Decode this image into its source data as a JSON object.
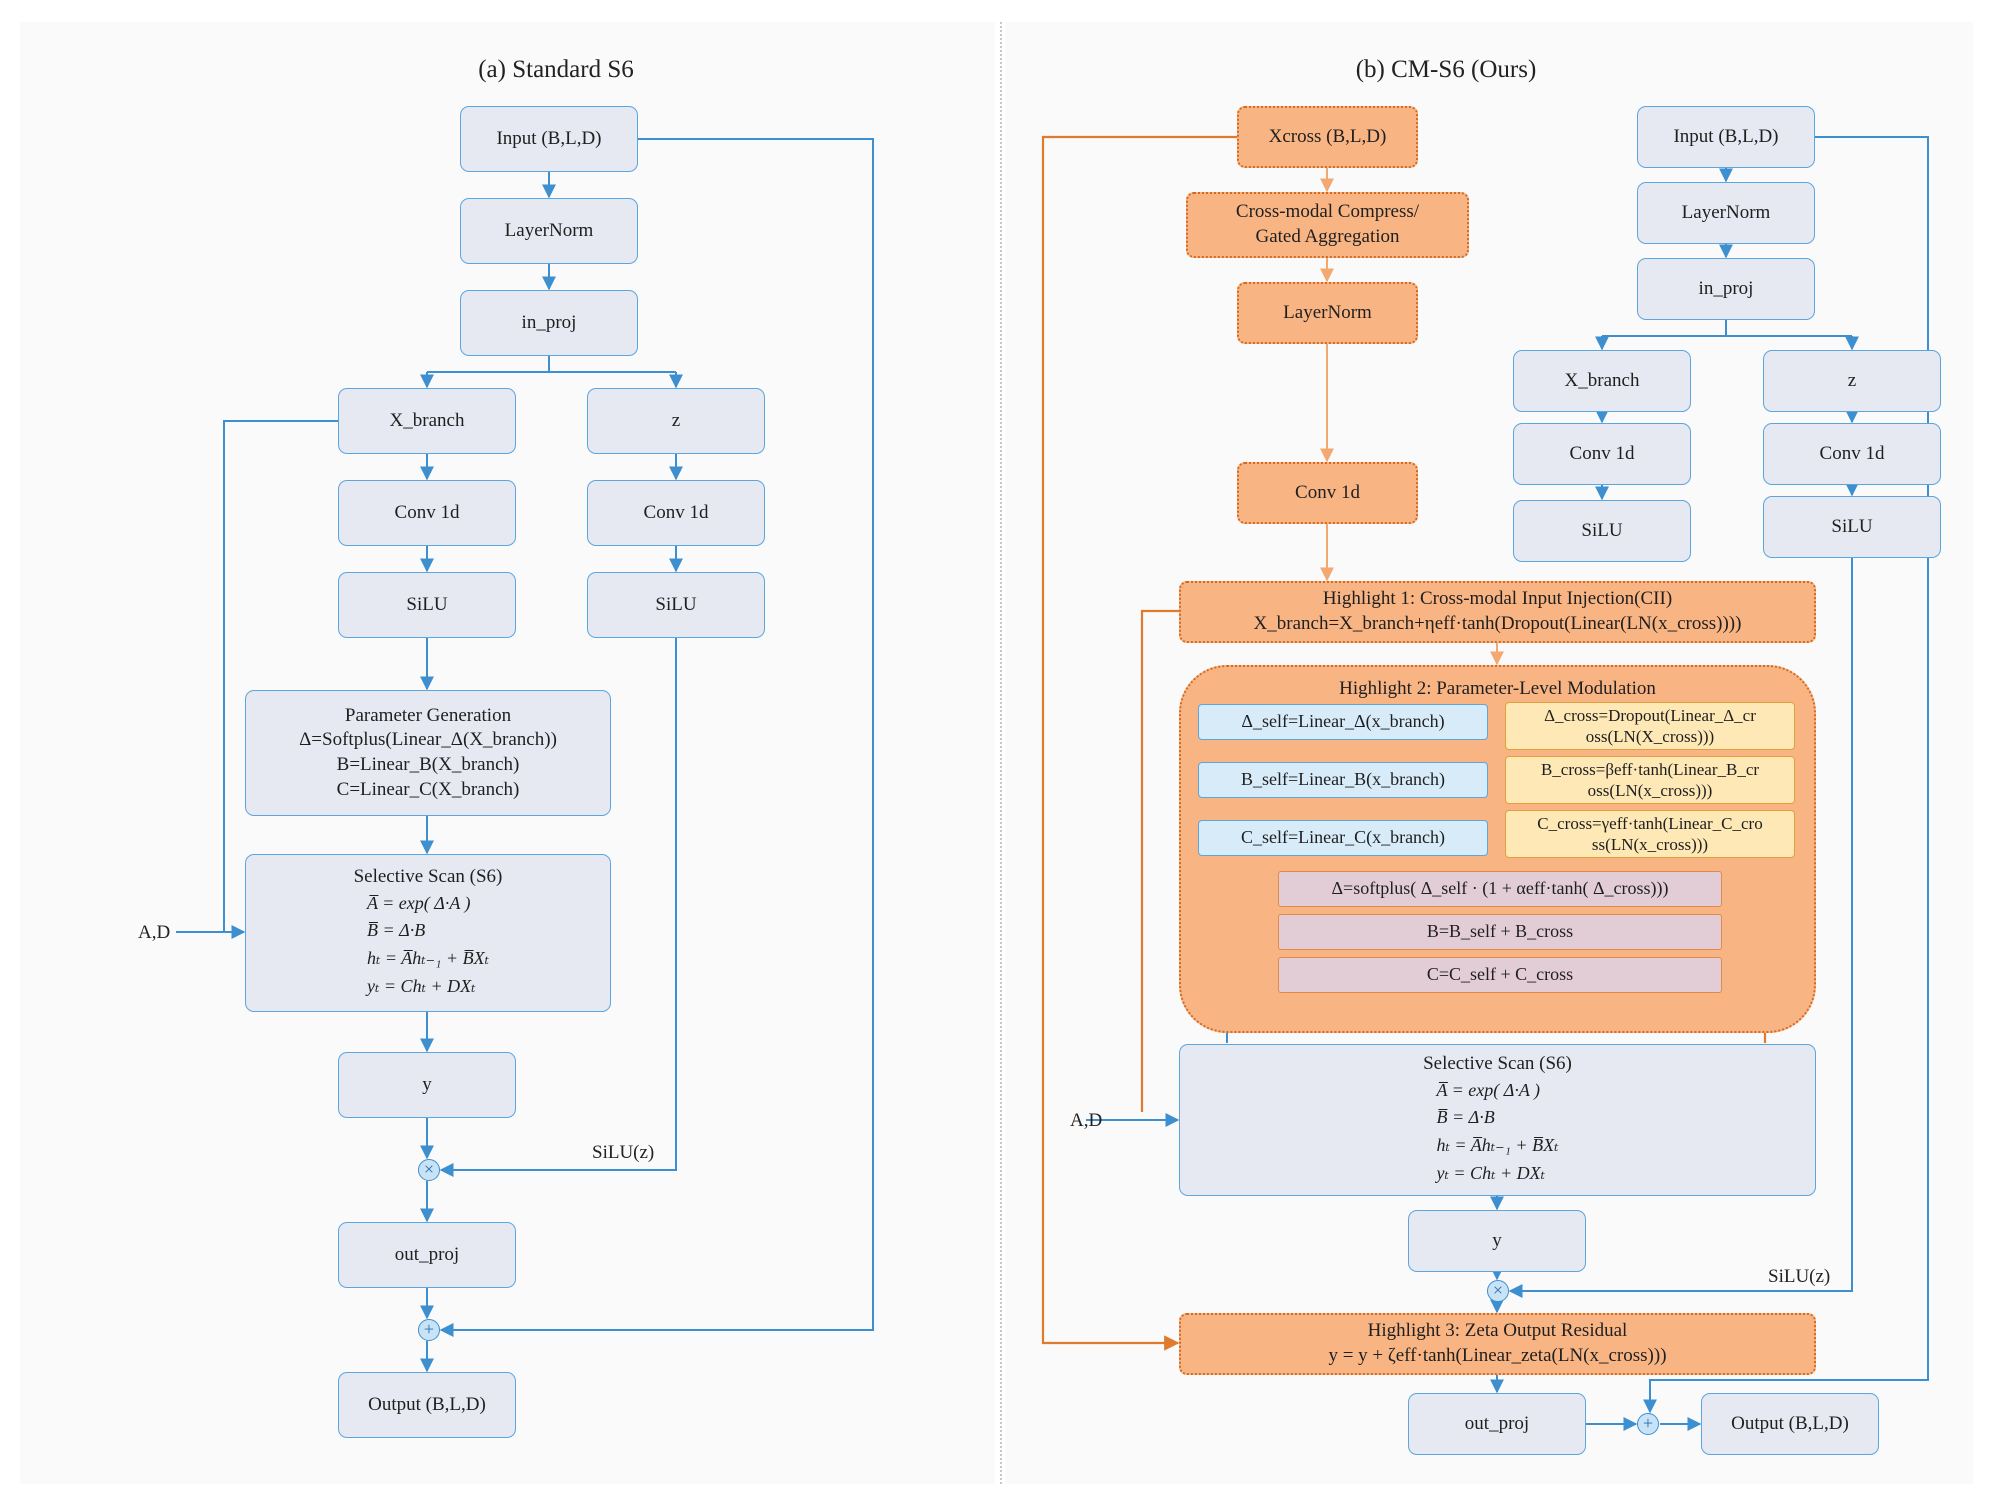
{
  "left": {
    "title": "(a) Standard S6",
    "input": "Input (B,L,D)",
    "layernorm": "LayerNorm",
    "in_proj": "in_proj",
    "x_branch": "X_branch",
    "z": "z",
    "conv_x": "Conv 1d",
    "conv_z": "Conv 1d",
    "silu_x": "SiLU",
    "silu_z": "SiLU",
    "param_gen": [
      "Parameter Generation",
      "Δ=Softplus(Linear_Δ(X_branch))",
      "B=Linear_B(X_branch)",
      "C=Linear_C(X_branch)"
    ],
    "scan": {
      "title": "Selective Scan (S6)",
      "lines": [
        "A̅ = exp( Δ·A )",
        "B̅ = Δ·B",
        "hₜ = A̅hₜ₋₁ + B̅Xₜ",
        "yₜ = Chₜ + DXₜ"
      ]
    },
    "ad_label": "A,D",
    "y": "y",
    "silu_z_label": "SiLU(z)",
    "multiply_symbol": "×",
    "add_symbol": "+",
    "out_proj": "out_proj",
    "output": "Output (B,L,D)"
  },
  "right": {
    "title": "(b) CM-S6 (Ours)",
    "xcross": "Xcross (B,L,D)",
    "compress": [
      "Cross-modal Compress/",
      "Gated Aggregation"
    ],
    "layernorm_cross": "LayerNorm",
    "conv_cross": "Conv 1d",
    "input": "Input (B,L,D)",
    "layernorm": "LayerNorm",
    "in_proj": "in_proj",
    "x_branch": "X_branch",
    "z": "z",
    "conv_x": "Conv 1d",
    "conv_z": "Conv 1d",
    "silu_x": "SiLU",
    "silu_z": "SiLU",
    "highlight1": [
      "Highlight 1: Cross-modal Input Injection(CII)",
      "X_branch=X_branch+ηeff·tanh(Dropout(Linear(LN(x_cross))))"
    ],
    "highlight2_title": "Highlight 2: Parameter-Level Modulation",
    "delta_self": "Δ_self=Linear_Δ(x_branch)",
    "b_self": "B_self=Linear_B(x_branch)",
    "c_self": "C_self=Linear_C(x_branch)",
    "delta_cross": [
      "Δ_cross=Dropout(Linear_Δ_cr",
      "oss(LN(X_cross)))"
    ],
    "b_cross": [
      "B_cross=βeff·tanh(Linear_B_cr",
      "oss(LN(x_cross)))"
    ],
    "c_cross": [
      "C_cross=γeff·tanh(Linear_C_cro",
      "ss(LN(x_cross)))"
    ],
    "delta_combined": "Δ=softplus( Δ_self · (1 + αeff·tanh( Δ_cross)))",
    "b_combined": "B=B_self + B_cross",
    "c_combined": "C=C_self + C_cross",
    "scan": {
      "title": "Selective Scan (S6)",
      "lines": [
        "A̅ = exp( Δ·A )",
        "B̅ = Δ·B",
        "hₜ = A̅hₜ₋₁ + B̅Xₜ",
        "yₜ = Chₜ + DXₜ"
      ]
    },
    "ad_label": "A,D",
    "y": "y",
    "silu_z_label": "SiLU(z)",
    "multiply_symbol": "×",
    "add_symbol": "+",
    "highlight3": [
      "Highlight 3: Zeta Output Residual",
      "y = y + ζeff·tanh(Linear_zeta(LN(x_cross)))"
    ],
    "out_proj": "out_proj",
    "output": "Output (B,L,D)"
  },
  "colors": {
    "blue_line": "#3d8fd0",
    "orange_line": "#e07b2e",
    "light_orange_line": "#f2a870",
    "node_fill": "#e6e8f2",
    "orange_fill": "#f8b583"
  }
}
